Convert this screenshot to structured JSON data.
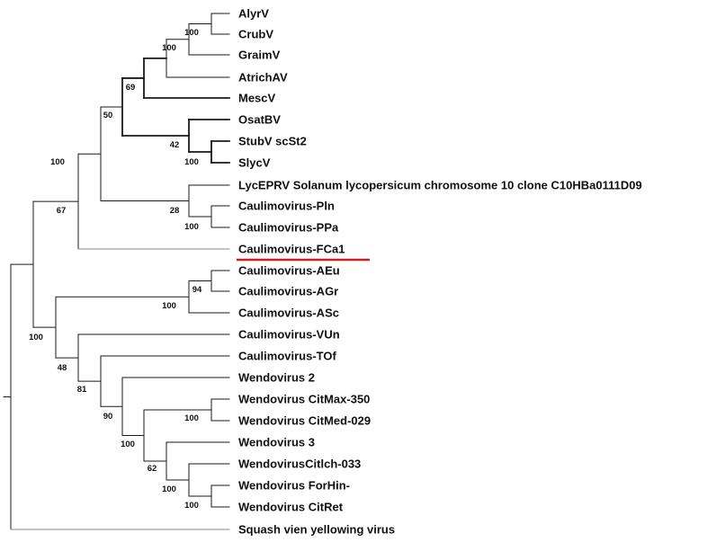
{
  "tree": {
    "line_color": "#1a1a1a",
    "thin_color": "#8a8a8a",
    "highlight_color": "#cc1f1f",
    "highlighted_leaf": "Caulimovirus-FCa1",
    "leaves": [
      "AlyrV",
      "CrubV",
      "GraimV",
      "AtrichAV",
      "MescV",
      "OsatBV",
      "StubV scSt2",
      "SlycV",
      "LycEPRV Solanum lycopersicum chromosome 10 clone C10HBa0111D09",
      "Caulimovirus-Pln",
      "Caulimovirus-PPa",
      "Caulimovirus-FCa1",
      "Caulimovirus-AEu",
      "Caulimovirus-AGr",
      "Caulimovirus-ASc",
      "Caulimovirus-VUn",
      "Caulimovirus-TOf",
      "Wendovirus 2",
      "Wendovirus CitMax-350",
      "Wendovirus CitMed-029",
      "Wendovirus 3",
      "WendovirusCitlch-033",
      "Wendovirus ForHin-",
      "Wendovirus CitRet",
      "Squash vien yellowing virus"
    ],
    "bootstrap": [
      "100",
      "100",
      "69",
      "50",
      "42",
      "100",
      "100",
      "28",
      "100",
      "67",
      "94",
      "100",
      "100",
      "48",
      "81",
      "90",
      "100",
      "100",
      "62",
      "100",
      "100"
    ]
  }
}
